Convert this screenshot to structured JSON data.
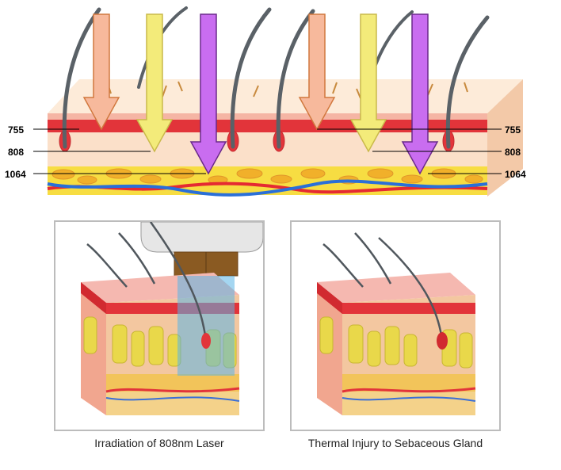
{
  "top_diagram": {
    "wavelengths": [
      {
        "label": "755",
        "color": "#f7b99c"
      },
      {
        "label": "808",
        "color": "#f3eb7a"
      },
      {
        "label": "1064",
        "color": "#c96df0"
      }
    ],
    "colors": {
      "skin": "#fbe0c9",
      "dermis": "#e2343a",
      "fat": "#f7dd42",
      "fat_cell": "#f1b02a",
      "hair": "#5a6167"
    }
  },
  "panels": {
    "left": {
      "caption": "Irradiation of 808nm Laser"
    },
    "right": {
      "caption": "Thermal Injury to Sebaceous Gland"
    }
  }
}
